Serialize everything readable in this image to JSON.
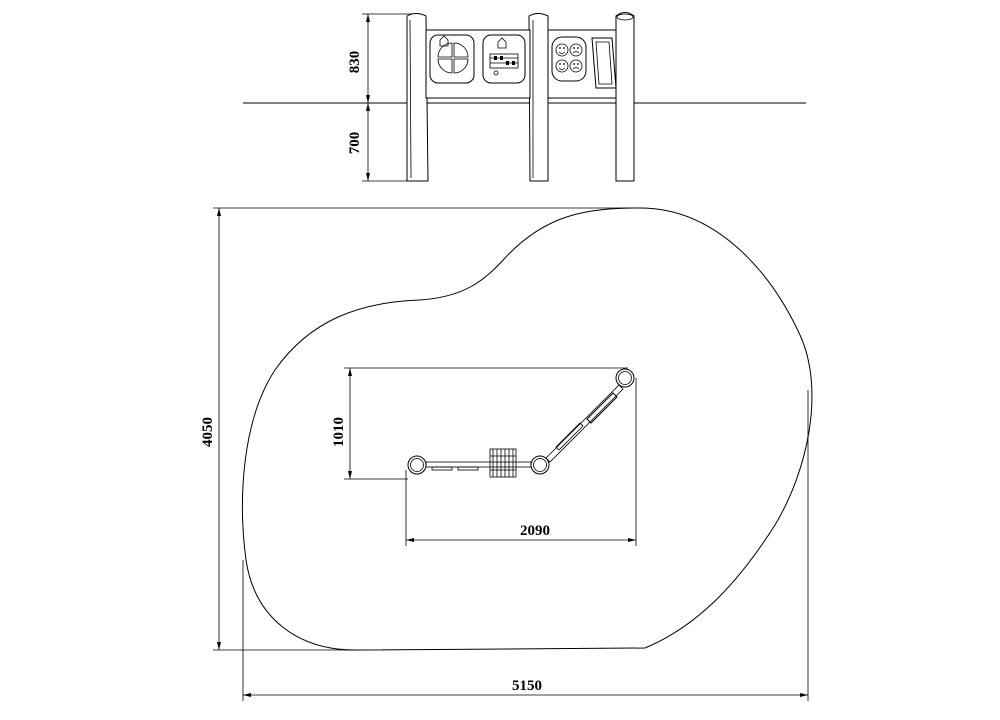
{
  "elevation": {
    "height_above_ground": "830",
    "depth_below_ground": "700"
  },
  "plan": {
    "play_area_depth": "4050",
    "play_area_width": "5150",
    "equipment_depth": "1010",
    "equipment_length": "2090"
  }
}
